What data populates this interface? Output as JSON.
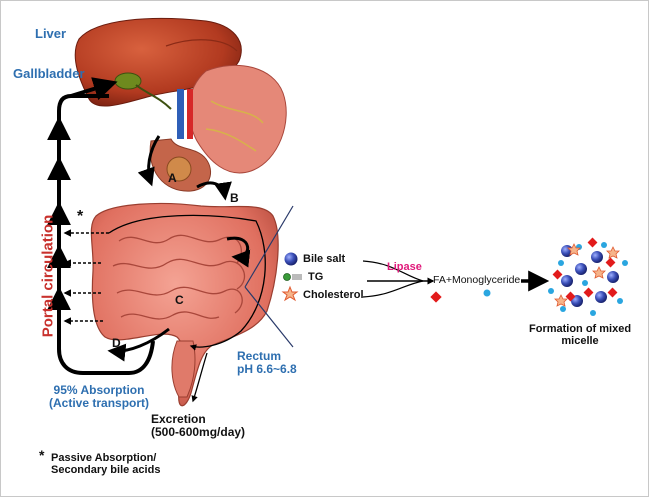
{
  "labels": {
    "liver": "Liver",
    "gallbladder": "Gallbladder",
    "portal_circulation": "Portal circulation",
    "absorption_line1": "95% Absorption",
    "absorption_line2": "(Active transport)",
    "rectum_line1": "Rectum",
    "rectum_line2": "pH 6.6~6.8",
    "excretion_line1": "Excretion",
    "excretion_line2": "(500-600mg/day)",
    "footnote_star": "*",
    "footnote_line1": "Passive Absorption/",
    "footnote_line2": "Secondary bile acids",
    "star_marker": "*",
    "letter_a": "A",
    "letter_b": "B",
    "letter_c": "C",
    "letter_d": "D"
  },
  "legend": {
    "bile_salt": "Bile salt",
    "tg": "TG",
    "cholesterol": "Cholesterol"
  },
  "reaction": {
    "enzyme": "Lipase",
    "products": "FA+Monoglyceride",
    "result_line1": "Formation of mixed",
    "result_line2": "micelle"
  },
  "colors": {
    "label_blue": "#2e6fb0",
    "enzyme_pink": "#e0197a",
    "portal_red": "#c8312d",
    "liver": "#b83a22",
    "intestine": "#e07a6a",
    "bile_salt": "#3b4fb8",
    "tg": "#3a9b3a",
    "cholesterol": "#f08a5a",
    "fatty_acid": "#e21b1b",
    "monoglyceride": "#2aa6e0"
  },
  "icons": [
    "bile-salt-sphere-icon",
    "triglyceride-icon",
    "cholesterol-star-icon",
    "fatty-acid-diamond-icon",
    "monoglyceride-dot-icon"
  ]
}
